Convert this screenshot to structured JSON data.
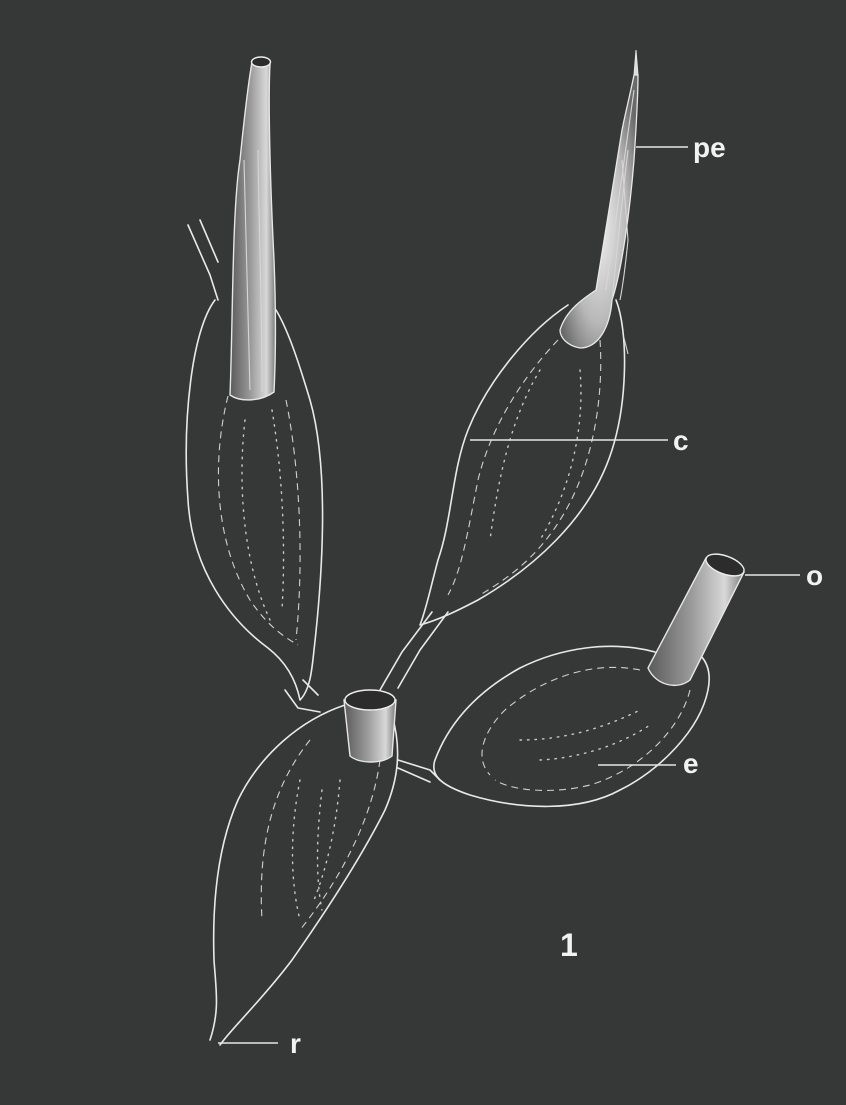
{
  "figure": {
    "number": "1",
    "labels": {
      "pe": "pe",
      "c": "c",
      "o": "o",
      "e": "e",
      "r": "r"
    }
  },
  "colors": {
    "background": "#363737",
    "line": "#e9e9e9"
  }
}
